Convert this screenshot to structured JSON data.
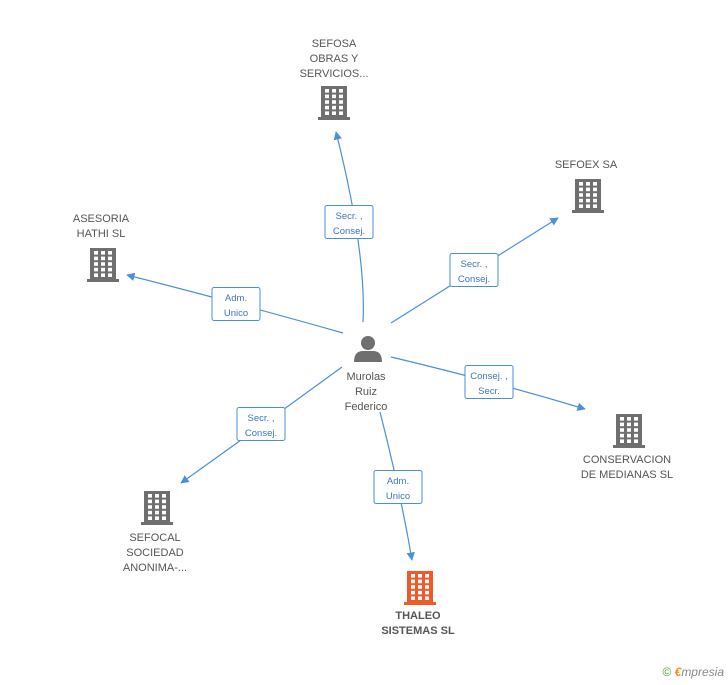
{
  "center": {
    "name_lines": [
      "Murolas",
      "Ruiz",
      "Federico"
    ],
    "icon": "person-icon"
  },
  "companies": [
    {
      "id": "sefosa",
      "lines": [
        "SEFOSA",
        "OBRAS Y",
        "SERVICIOS..."
      ],
      "icon": "building-icon",
      "color": "#6f6f6f",
      "focus": false,
      "relation": [
        "Secr. ,",
        "Consej."
      ]
    },
    {
      "id": "sefoex",
      "lines": [
        "SEFOEX SA"
      ],
      "icon": "building-icon",
      "color": "#6f6f6f",
      "focus": false,
      "relation": [
        "Secr. ,",
        "Consej."
      ]
    },
    {
      "id": "asesoria",
      "lines": [
        "ASESORIA",
        "HATHI SL"
      ],
      "icon": "building-icon",
      "color": "#6f6f6f",
      "focus": false,
      "relation": [
        "Adm.",
        "Unico"
      ]
    },
    {
      "id": "conservacion",
      "lines": [
        "CONSERVACION",
        "DE MEDIANAS SL"
      ],
      "icon": "building-icon",
      "color": "#6f6f6f",
      "focus": false,
      "relation": [
        "Consej. ,",
        "Secr."
      ]
    },
    {
      "id": "sefocal",
      "lines": [
        "SEFOCAL",
        "SOCIEDAD",
        "ANONIMA-..."
      ],
      "icon": "building-icon",
      "color": "#6f6f6f",
      "focus": false,
      "relation": [
        "Secr. ,",
        "Consej."
      ]
    },
    {
      "id": "thaleo",
      "lines": [
        "THALEO",
        "SISTEMAS SL"
      ],
      "icon": "building-icon",
      "color": "#ee5a2a",
      "focus": true,
      "relation": [
        "Adm.",
        "Unico"
      ]
    }
  ],
  "colors": {
    "edge": "#4a8fd9",
    "node_icon": "#6f6f6f",
    "focus_icon": "#ee5a2a"
  },
  "footer": {
    "copyright": "©",
    "brand_e": "€",
    "brand": "mpresia"
  }
}
